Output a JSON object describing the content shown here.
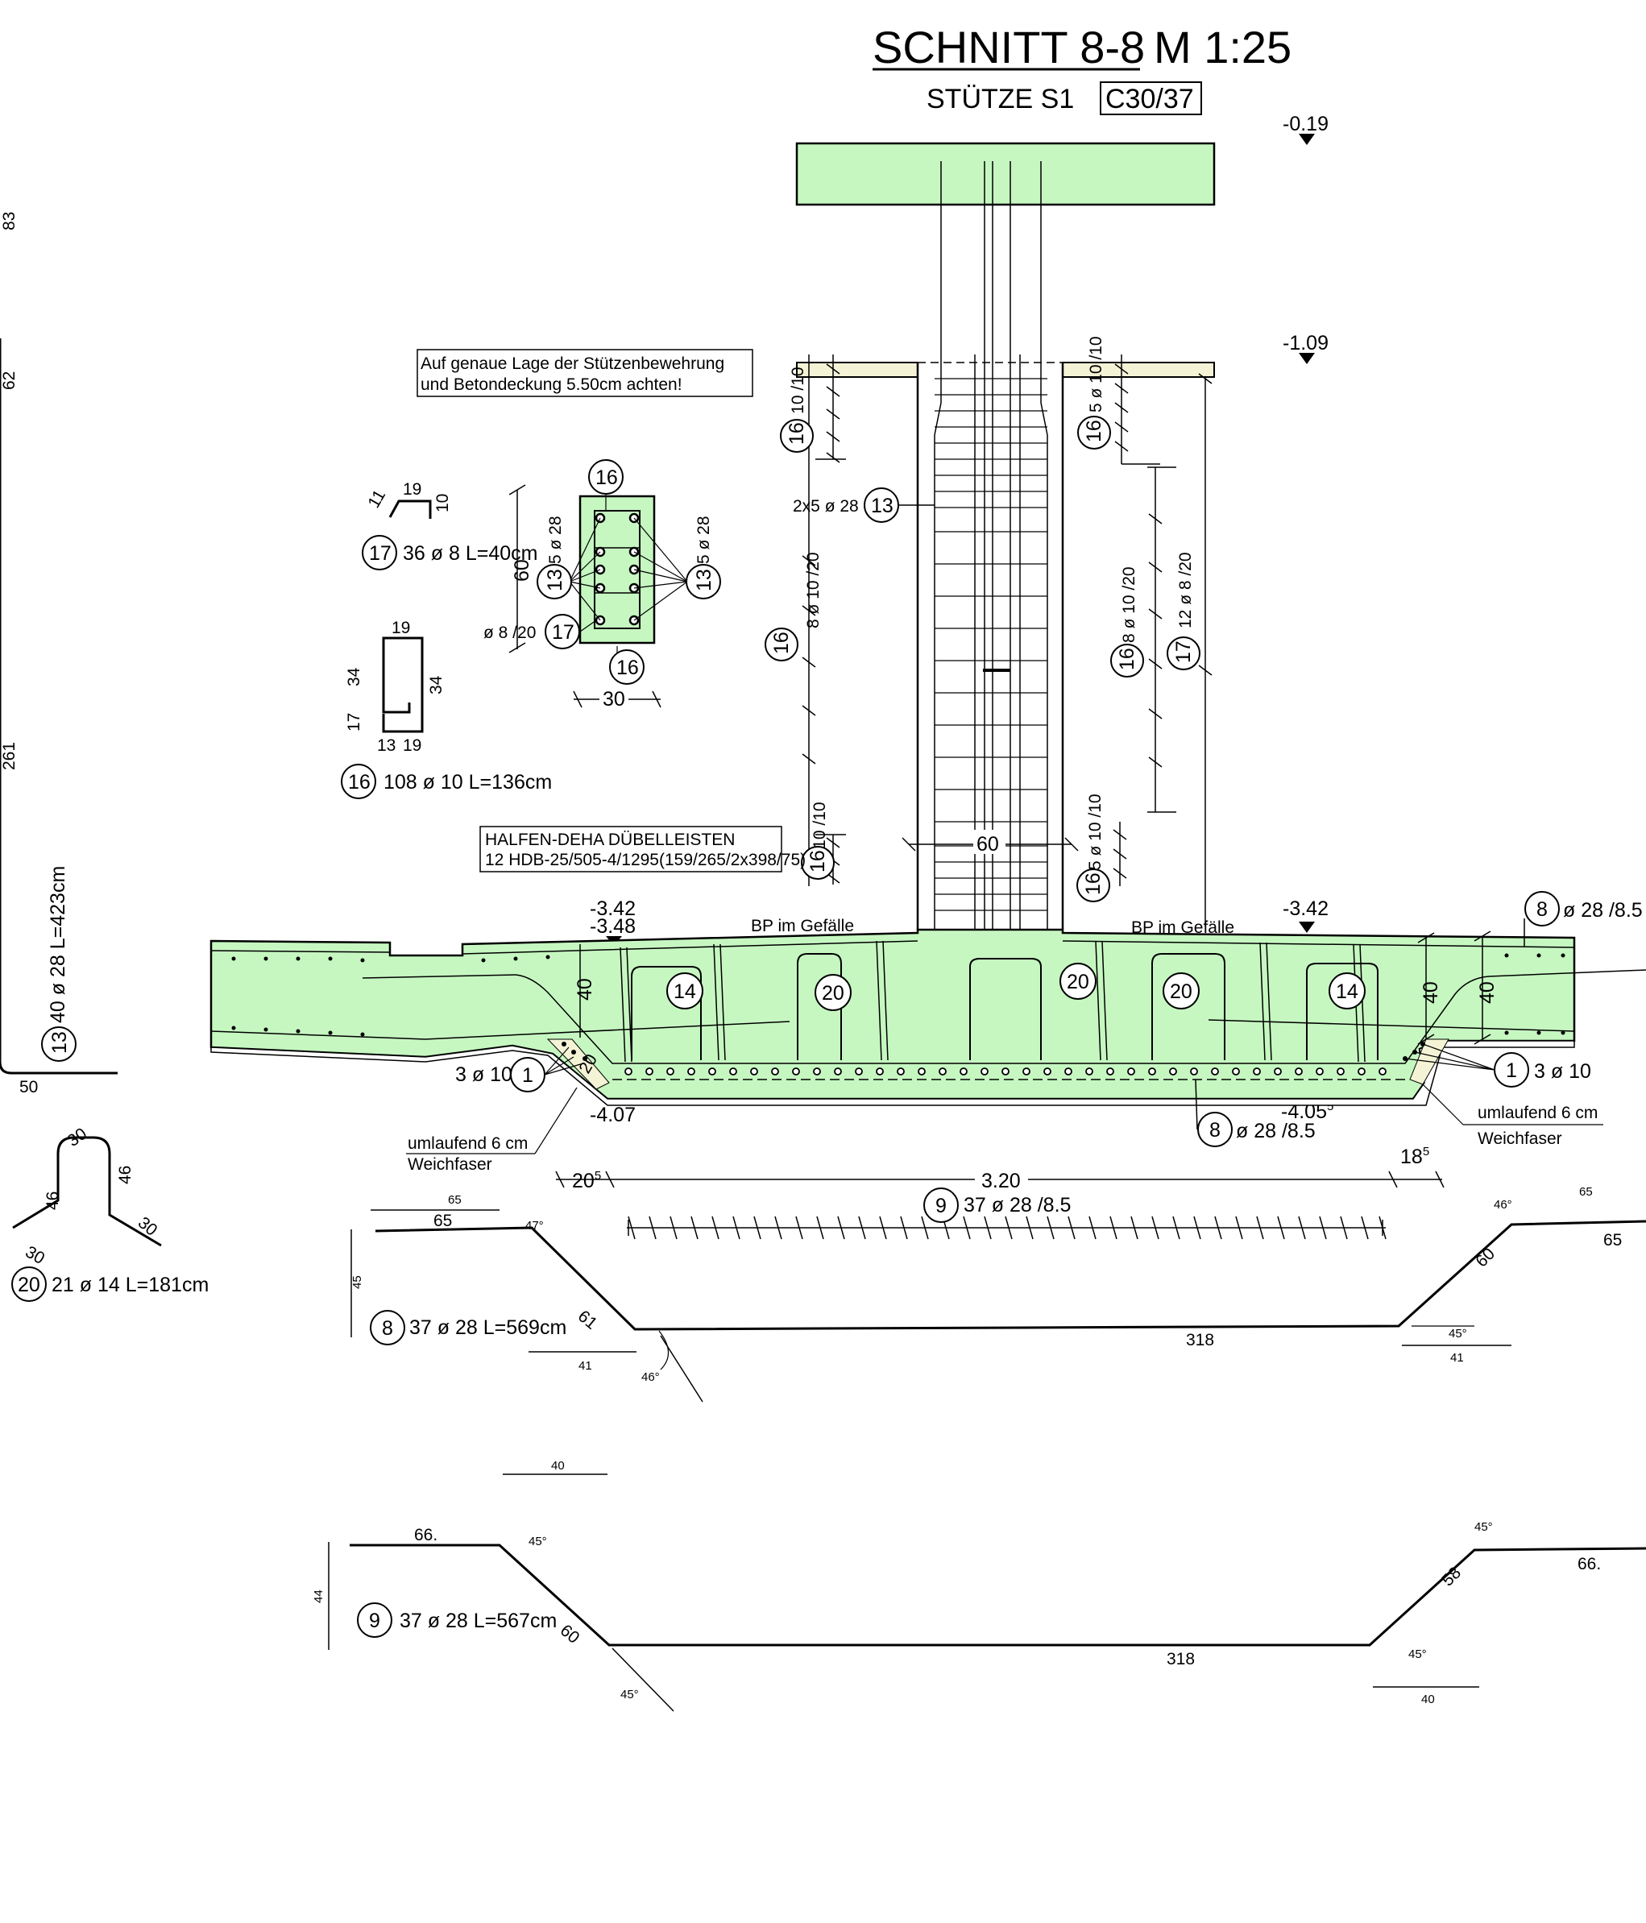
{
  "title": "SCHNITT 8-8",
  "scale": "M 1:25",
  "subtitle": "STÜTZE S1",
  "concrete": "C30/37",
  "levels": {
    "top": "-0.19",
    "upper": "-1.09",
    "slab_left": "-3.42",
    "slab_left2": "-3.48",
    "slab_right": "-3.42",
    "bottom_left": "-4.07",
    "bottom_right_base": "-4.05",
    "bottom_right_sup": "5"
  },
  "notes": {
    "position_line1": "Auf genaue Lage der Stützenbewehrung",
    "position_line2": "und Betondeckung  5.50cm achten!",
    "halfen_line1": "HALFEN-DEHA DÜBELLEISTEN",
    "halfen_line2": "12 HDB-25/505-4/1295(159/265/2x398/75)",
    "bp_left": "BP im Gefälle",
    "bp_right": "BP im Gefälle",
    "weich_left_1": "umlaufend 6 cm",
    "weich_left_2": "Weichfaser",
    "weich_right_1": "umlaufend 6 cm",
    "weich_right_2": "Weichfaser"
  },
  "marks": {
    "m1": "1",
    "m8": "8",
    "m9": "9",
    "m13": "13",
    "m14": "14",
    "m16": "16",
    "m17": "17",
    "m20": "20"
  },
  "bars": {
    "b17": "36 ø 8 L=40cm",
    "b16": "108 ø 10 L=136cm",
    "b13": "40 ø 28 L=423cm",
    "b20": "21 ø 14 L=181cm",
    "b8": "37 ø 28 L=569cm",
    "b9": "37 ø 28 L=567cm",
    "b9_spacing": "37 ø 28 /8.5",
    "b8_top": "ø 28 /8.5",
    "b8_bottom": "ø 28 /8.5",
    "b1_left": "3 ø 10",
    "b1_right": "3 ø 10",
    "b13_col": "2x5 ø 28",
    "b13_sec": "5 ø 28",
    "b17_sec": "ø 8 /20",
    "stirrup_top_left": "5 ø 10 /10",
    "stirrup_mid_left": "8 ø 10 /20",
    "stirrup_bot_left": "5 ø 10 /10",
    "stirrup_top_right": "5 ø 10 /10",
    "stirrup_mid_right": "8 ø 10 /20",
    "stirrup_17_right": "12 ø 8 /20",
    "stirrup_bot_right": "5 ø 10 /10"
  },
  "dims": {
    "d83": "83",
    "d62": "62",
    "d261": "261",
    "d50": "50",
    "d19a": "19",
    "d11": "11",
    "d10": "10",
    "d19b": "19",
    "d34a": "34",
    "d34b": "34",
    "d17": "17",
    "d13": "13",
    "d19c": "19",
    "d60sec": "60",
    "d30sec": "30",
    "d60col": "60",
    "d40a": "40",
    "d20": "20",
    "d40b": "40",
    "d40c": "40",
    "d320": "3.20",
    "d20_5_base": "20",
    "d20_5_sup": "5",
    "d18_5_base": "18",
    "d18_5_sup": "5",
    "d30a": "30",
    "d46a": "46",
    "d46b": "46",
    "d30b": "30",
    "d30c": "30",
    "b8_65a": "65",
    "b8_65b": "65",
    "b8_47": "47°",
    "b8_45h": "45",
    "b8_61": "61",
    "b8_41a": "41",
    "b8_46deg": "46°",
    "b8_318": "318",
    "b8_60": "60",
    "b8_46r": "46°",
    "b8_65c": "65",
    "b8_65d": "65",
    "b8_45deg": "45°",
    "b8_41b": "41",
    "b9_40top": "40",
    "b9_66a": "66.",
    "b9_45a": "45°",
    "b9_44": "44",
    "b9_60": "60",
    "b9_45b": "45°",
    "b9_318": "318",
    "b9_45c": "45°",
    "b9_58": "58",
    "b9_45d": "45°",
    "b9_66b": "66.",
    "b9_40b": "40"
  },
  "colors": {
    "concrete_fill": "#c6f7c1",
    "lean_fill": "#f5f3d6",
    "line": "#000000"
  }
}
